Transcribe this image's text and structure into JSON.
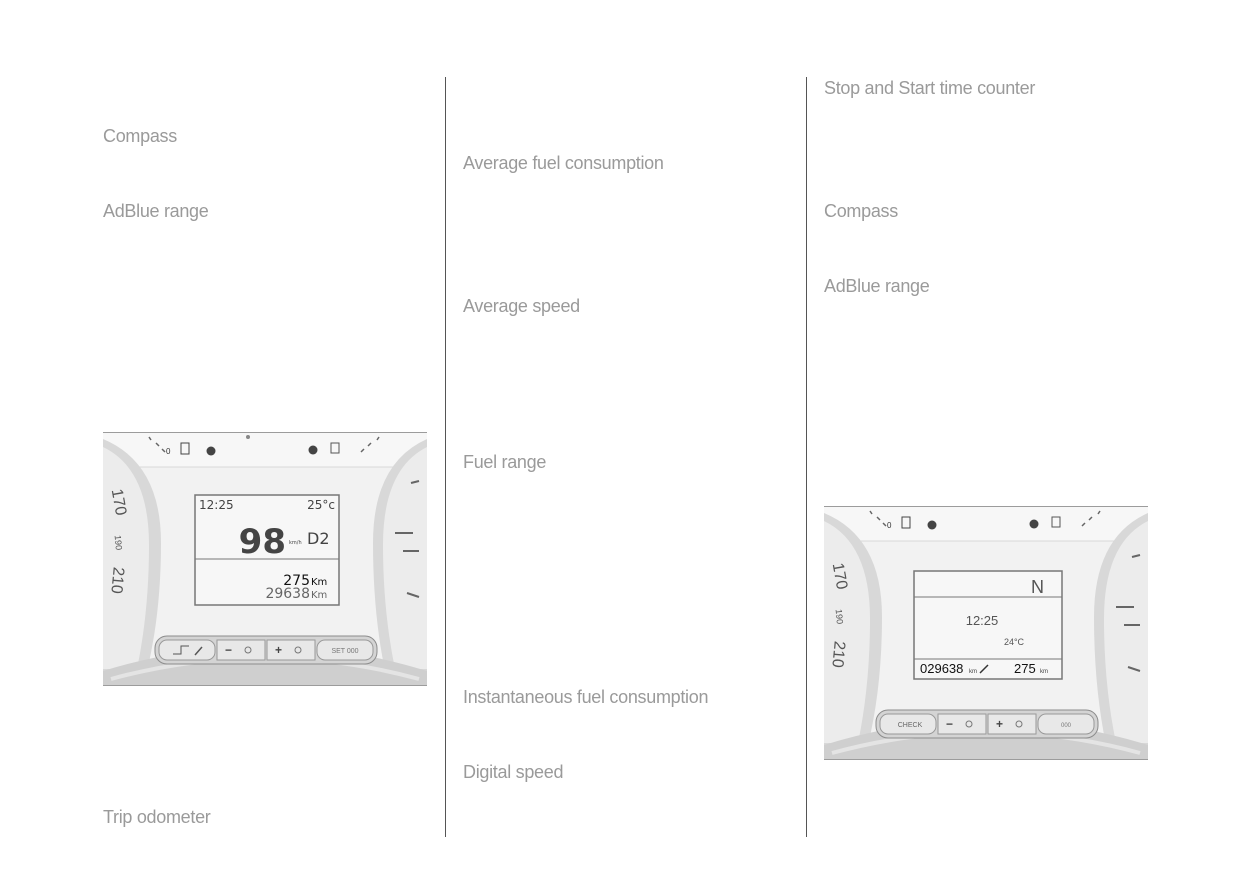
{
  "column1": {
    "headings": [
      "Compass",
      "AdBlue range",
      "Trip odometer"
    ]
  },
  "column2": {
    "headings": [
      "Average fuel consumption",
      "Average speed",
      "Fuel range",
      "Instantaneous fuel consumption",
      "Digital speed"
    ]
  },
  "column3": {
    "headings": [
      "Stop and Start time counter",
      "Compass",
      "AdBlue range"
    ]
  },
  "cluster1": {
    "gauge_left": [
      "170",
      "190",
      "210"
    ],
    "fuel_reserve": "0",
    "lcd": {
      "time": "12:25",
      "temp": "25°c",
      "speed": "98",
      "speed_unit": "km/h",
      "gear": "D2",
      "range_value": "275",
      "range_unit": "Km",
      "odometer_value": "29638",
      "odometer_unit": "Km"
    },
    "buttons": {
      "minus": "−",
      "plus": "+",
      "set": "SET 000"
    }
  },
  "cluster2": {
    "gauge_left": [
      "170",
      "190",
      "210"
    ],
    "fuel_reserve": "0",
    "lcd": {
      "compass": "N",
      "time": "12:25",
      "temp": "24°C",
      "odometer_value": "029638",
      "odometer_unit": "km",
      "range_value": "275",
      "range_unit": "km"
    },
    "buttons": {
      "check": "CHECK",
      "minus": "−",
      "plus": "+",
      "trip": "000"
    }
  },
  "colors": {
    "heading": "#9a9a9a",
    "rule": "#555555",
    "panel_bg": "#f2f2f2",
    "lcd_bg": "#f7f7f7"
  }
}
